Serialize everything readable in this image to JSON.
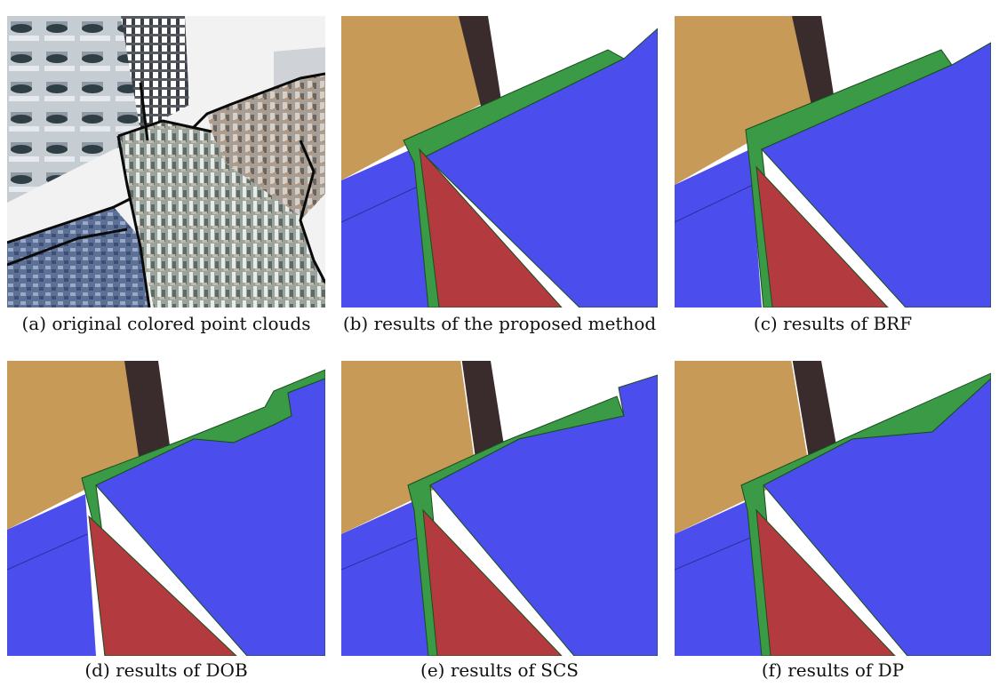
{
  "figure": {
    "panels": [
      {
        "id": "a",
        "caption": "(a) original colored point clouds"
      },
      {
        "id": "b",
        "caption": "(b) results of the proposed method"
      },
      {
        "id": "c",
        "caption": "(c) results of BRF"
      },
      {
        "id": "d",
        "caption": "(d) results of DOB"
      },
      {
        "id": "e",
        "caption": "(e) results of SCS"
      },
      {
        "id": "f",
        "caption": "(f) results of DP"
      }
    ],
    "segment_colors": {
      "wall_tan": "#c89a57",
      "pillar_dark": "#3a2b2c",
      "surface_blue": "#4b4ded",
      "boundary_green": "#3a9a46",
      "region_red": "#b33a3e",
      "background_white": "#ffffff"
    }
  }
}
